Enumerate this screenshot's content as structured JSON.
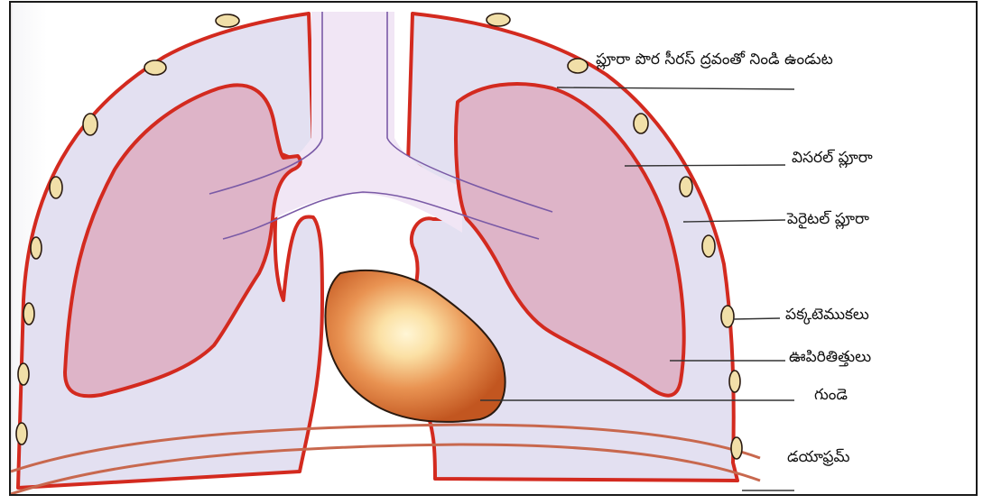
{
  "labels": {
    "pleural_cavity": "ప్లూరా పొర సీరస్ ద్రవంతో నిండి ఉండుట",
    "visceral_pleura": "విసరల్ ప్లూరా",
    "parietal_pleura": "పెరైటల్ ప్లూరా",
    "ribs": "పక్కటెముకలు",
    "lungs": "ఊపిరితిత్తులు",
    "heart": "గుండె",
    "diaphragm": "డయాఫ్రమ్"
  },
  "colors": {
    "membrane": "#d32a1f",
    "cavity": "#e3e0f1",
    "lung": "#deb4c8",
    "rib_fill": "#f1dfa8",
    "trachea": "#f1e6f5",
    "heart_center": "#fff6d6",
    "heart_edge": "#c25620",
    "diaphragm": "#c8684e",
    "leader": "#333333"
  }
}
